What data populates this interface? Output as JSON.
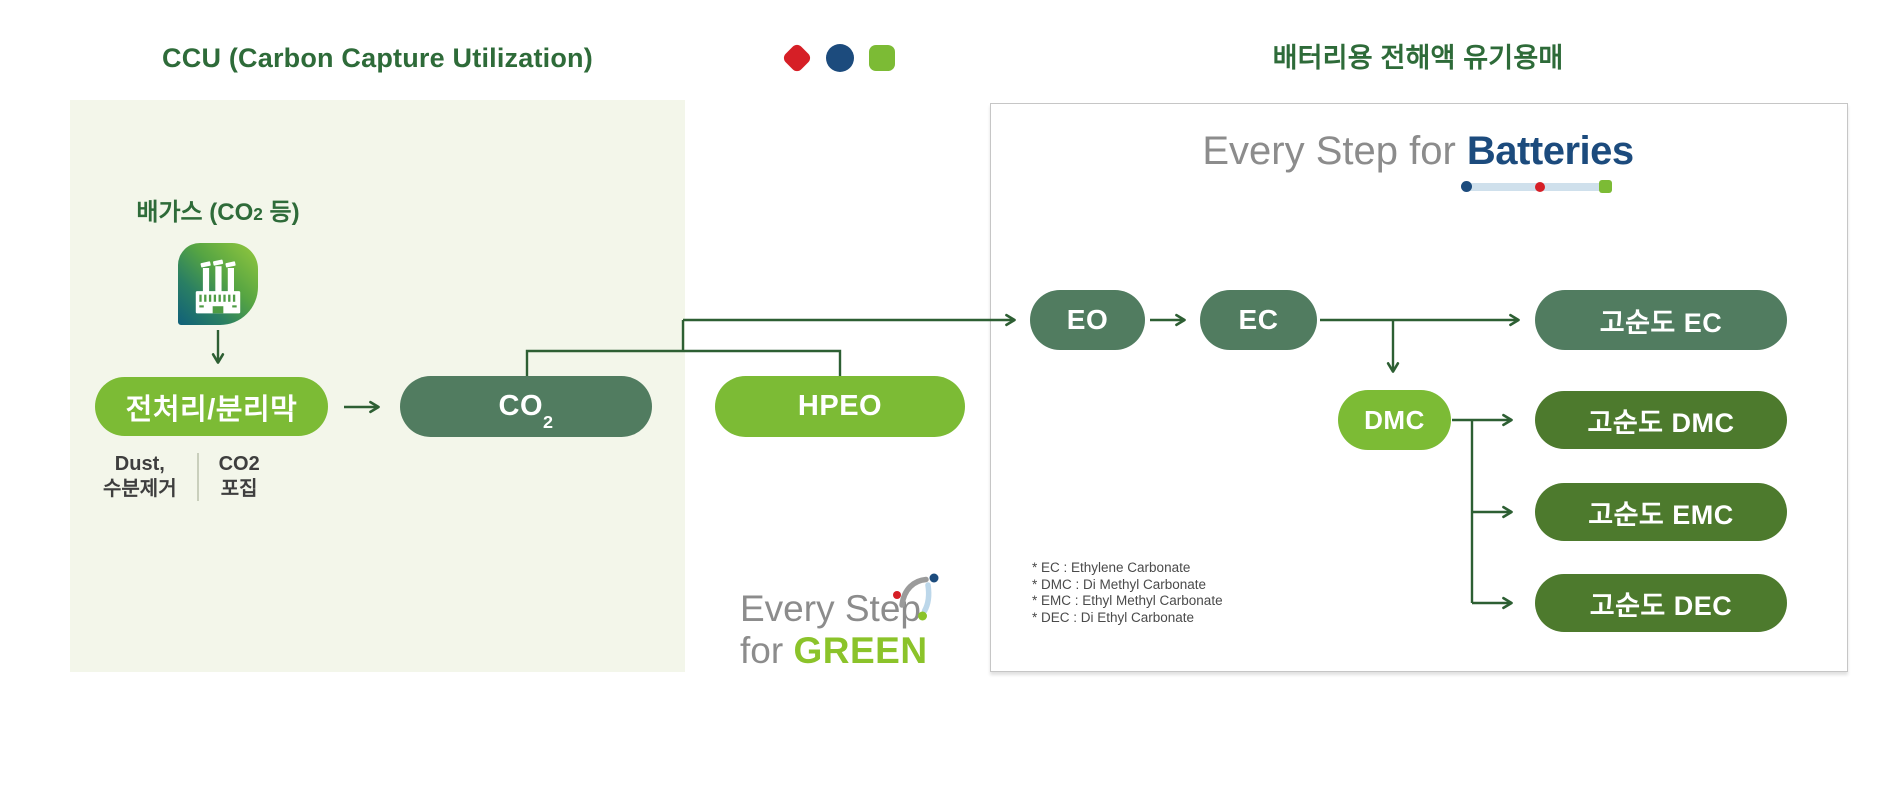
{
  "titles": {
    "left": "CCU (Carbon Capture Utilization)",
    "right": "배터리용 전해액 유기용매"
  },
  "brand_shapes": {
    "red_diamond": "#d61f26",
    "navy_circle": "#1c4b7d",
    "green_square": "#7cbb35"
  },
  "ccu_panel": {
    "source_label": {
      "prefix": "배가스 (CO",
      "sub": "2",
      "suffix": " 등)"
    },
    "factory_icon": "factory-with-chimneys",
    "pretreatment": "전처리/분리막",
    "sub_notes": {
      "col1_line1": "Dust,",
      "col1_line2": "수분제거",
      "col2_line1": "CO2",
      "col2_line2": "포집"
    },
    "co2": {
      "prefix": "CO",
      "sub": "2"
    },
    "hpeo": "HPEO"
  },
  "batteries_panel": {
    "logo": {
      "prefix": "Every Step for ",
      "brand": "Batteries"
    },
    "nodes": {
      "eo": "EO",
      "ec": "EC",
      "dmc": "DMC",
      "hp_ec": "고순도 EC",
      "hp_dmc": "고순도 DMC",
      "hp_emc": "고순도 EMC",
      "hp_dec": "고순도 DEC"
    },
    "footnotes": [
      "* EC : Ethylene Carbonate",
      "* DMC : Di Methyl Carbonate",
      "* EMC : Ethyl Methyl Carbonate",
      "* DEC : Di Ethyl Carbonate"
    ]
  },
  "green_logo": {
    "line1": "Every Step",
    "line2_prefix": "for ",
    "line2_brand": "GREEN"
  },
  "colors": {
    "title_green": "#2e6b39",
    "sage_pill": "#517c60",
    "bright_green_pill": "#7cbb35",
    "olive_pill": "#4d7a2d",
    "connector_green": "#2d5f33",
    "navy": "#1c4b7d",
    "red": "#d61f26",
    "gray_logo_text": "#8c8c8c",
    "left_panel_bg": "#f3f6ea"
  }
}
